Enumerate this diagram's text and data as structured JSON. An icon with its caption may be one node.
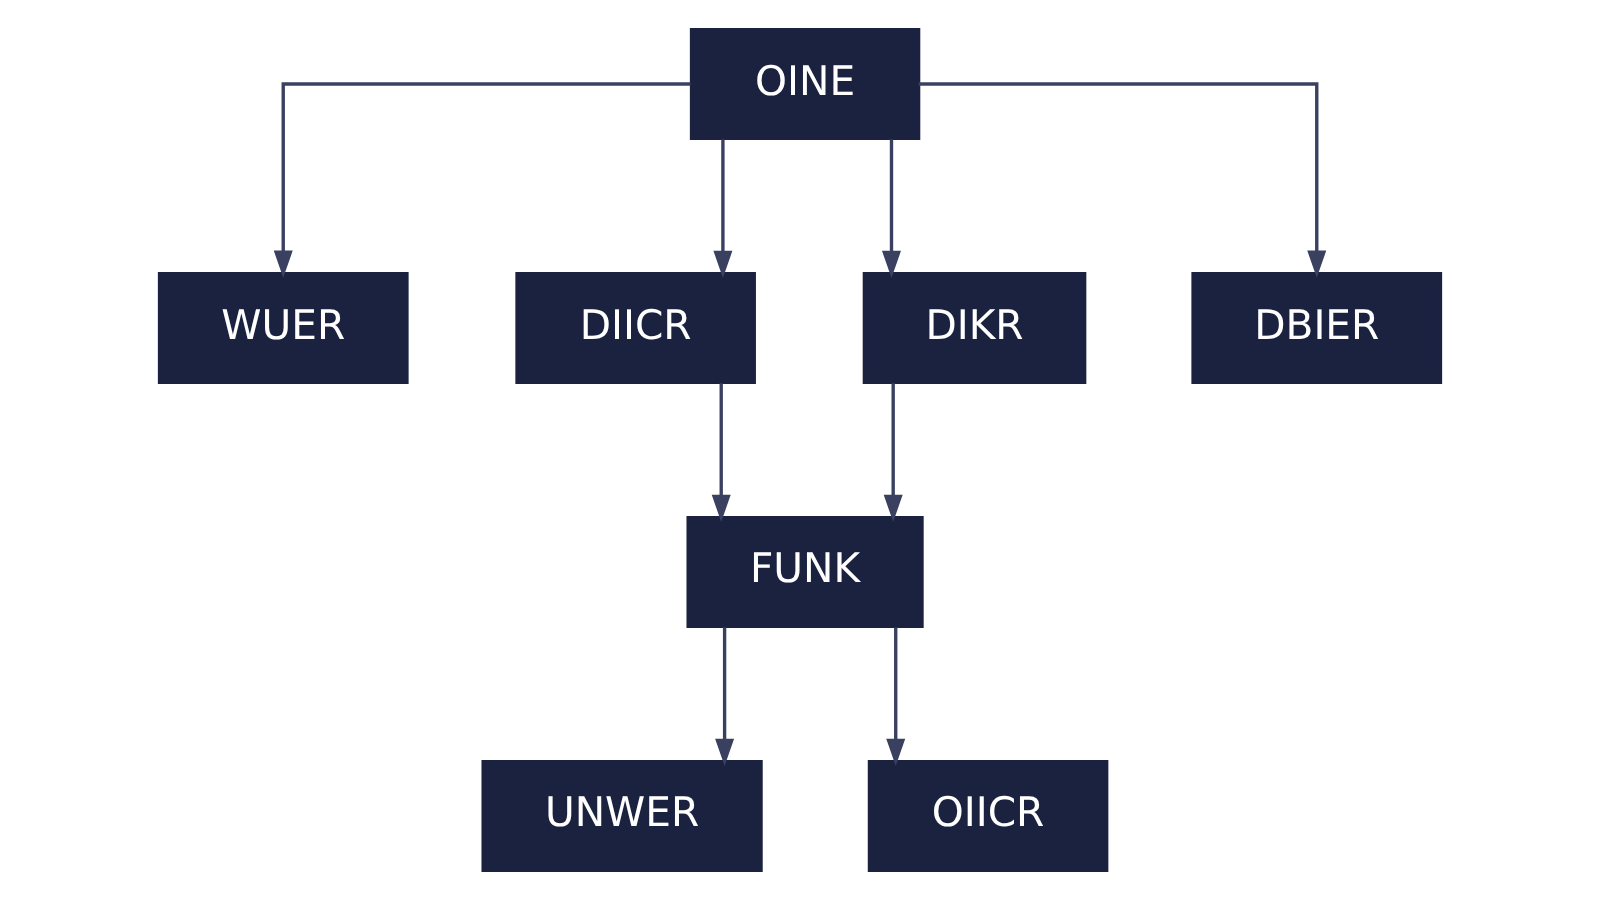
{
  "diagram": {
    "nodes": [
      {
        "text": [
          "OINE"
        ]
      },
      {
        "text": [
          "WUER"
        ]
      },
      {
        "text": [
          "DIICR"
        ]
      },
      {
        "text": [
          "DIKR"
        ]
      },
      {
        "text": [
          "DBIER"
        ]
      },
      {
        "text": [
          "FUNK"
        ]
      },
      {
        "text": [
          "UNWER"
        ]
      },
      {
        "text": [
          "OIICR"
        ]
      }
    ],
    "edges": [
      {
        "from": 0,
        "to": 1,
        "arrow": "to"
      },
      {
        "from": 0,
        "to": 2,
        "arrow": "to"
      },
      {
        "from": 0,
        "to": 3,
        "arrow": "to"
      },
      {
        "from": 0,
        "to": 4,
        "arrow": "to"
      },
      {
        "from": 2,
        "to": 5,
        "arrow": "to"
      },
      {
        "from": 3,
        "to": 5,
        "arrow": "to"
      },
      {
        "from": 5,
        "to": 6,
        "arrow": "to"
      },
      {
        "from": 5,
        "to": 7,
        "arrow": "to"
      }
    ]
  }
}
